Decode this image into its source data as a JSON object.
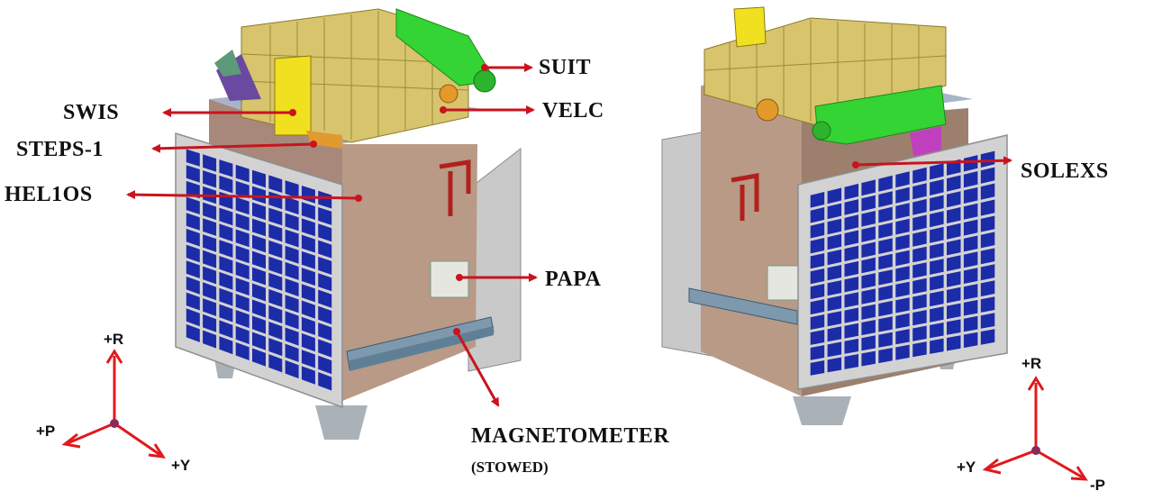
{
  "labels": {
    "suit": "SUIT",
    "velc": "VELC",
    "swis": "SWIS",
    "steps": "STEPS-1",
    "helios": "HEL1OS",
    "papa": "PAPA",
    "magnetometer": "MAGNETOMETER",
    "stowed": "(STOWED)",
    "solexs": "SOLEXS"
  },
  "axes_left": {
    "r": "+R",
    "p": "+P",
    "y": "+Y"
  },
  "axes_right": {
    "r": "+R",
    "y": "+Y",
    "p": "-P"
  },
  "colors": {
    "arrow": "#c8141e",
    "body": "#b89a86",
    "body_dark": "#9c7f6c",
    "panel_frame": "#d7d7d7",
    "panel_cell": "#1c2ba8",
    "payload": "#d8c46c",
    "green": "#2fd52f",
    "axis": "#e0191d"
  }
}
